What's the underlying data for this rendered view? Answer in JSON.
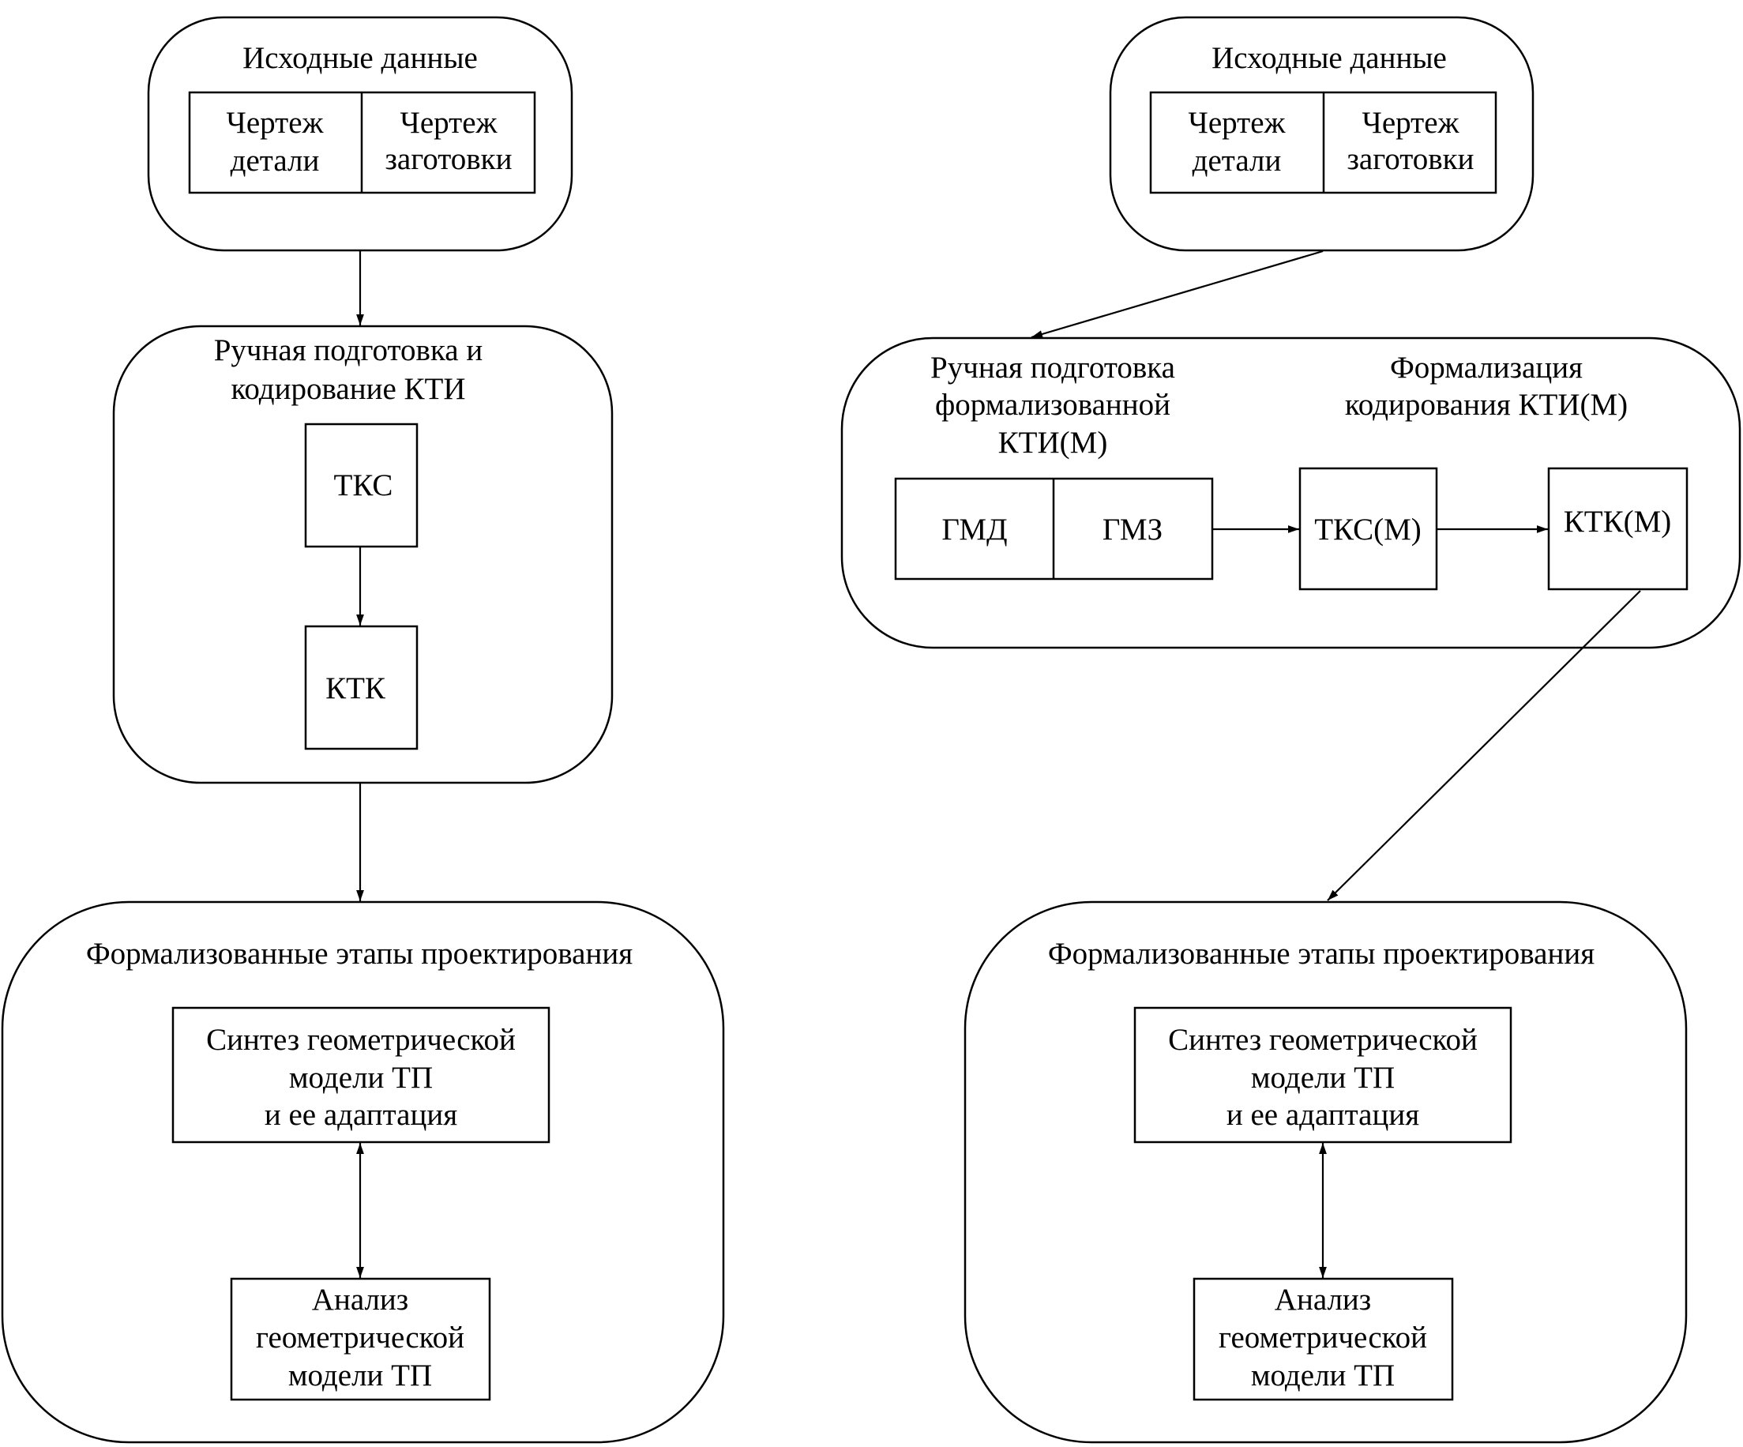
{
  "left": {
    "source": {
      "title": "Исходные данные",
      "cells": [
        [
          "Чертеж",
          "детали"
        ],
        [
          "Чертеж",
          "заготовки"
        ]
      ]
    },
    "manual": {
      "title": [
        "Ручная подготовка и",
        "кодирование КТИ"
      ],
      "box1": "ТКС",
      "box2": "КТК"
    },
    "stages": {
      "title": "Формализованные этапы проектирования",
      "synth": [
        "Синтез геометрической",
        "модели ТП",
        "и ее адаптация"
      ],
      "analysis": [
        "Анализ",
        "геометрической",
        "модели ТП"
      ]
    }
  },
  "right": {
    "source": {
      "title": "Исходные данные",
      "cells": [
        [
          "Чертеж",
          "детали"
        ],
        [
          "Чертеж",
          "заготовки"
        ]
      ]
    },
    "manual": {
      "title_a": [
        "Ручная подготовка",
        "формализованной",
        "КТИ(М)"
      ],
      "title_b": [
        "Формализация",
        "кодирования КТИ(М)"
      ],
      "gmd": "ГМД",
      "gmz": "ГМЗ",
      "tks": "ТКС(М)",
      "ktk": "КТК(М)"
    },
    "stages": {
      "title": "Формализованные этапы проектирования",
      "synth": [
        "Синтез геометрической",
        "модели ТП",
        "и ее адаптация"
      ],
      "analysis": [
        "Анализ",
        "геометрической",
        "модели ТП"
      ]
    }
  }
}
